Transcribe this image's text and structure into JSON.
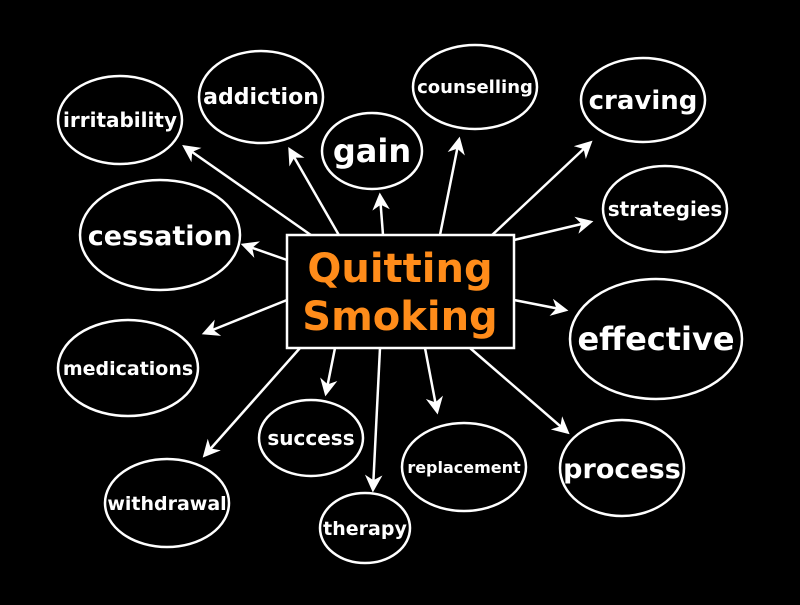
{
  "diagram": {
    "center": {
      "line1": "Quitting",
      "line2": "Smoking",
      "accent": "#ff8c1a"
    },
    "nodes": [
      {
        "label": "irritability"
      },
      {
        "label": "addiction"
      },
      {
        "label": "gain"
      },
      {
        "label": "counselling"
      },
      {
        "label": "craving"
      },
      {
        "label": "strategies"
      },
      {
        "label": "cessation"
      },
      {
        "label": "effective"
      },
      {
        "label": "medications"
      },
      {
        "label": "success"
      },
      {
        "label": "replacement"
      },
      {
        "label": "process"
      },
      {
        "label": "withdrawal"
      },
      {
        "label": "therapy"
      }
    ],
    "line_color": "#ffffff",
    "background": "#000000"
  }
}
